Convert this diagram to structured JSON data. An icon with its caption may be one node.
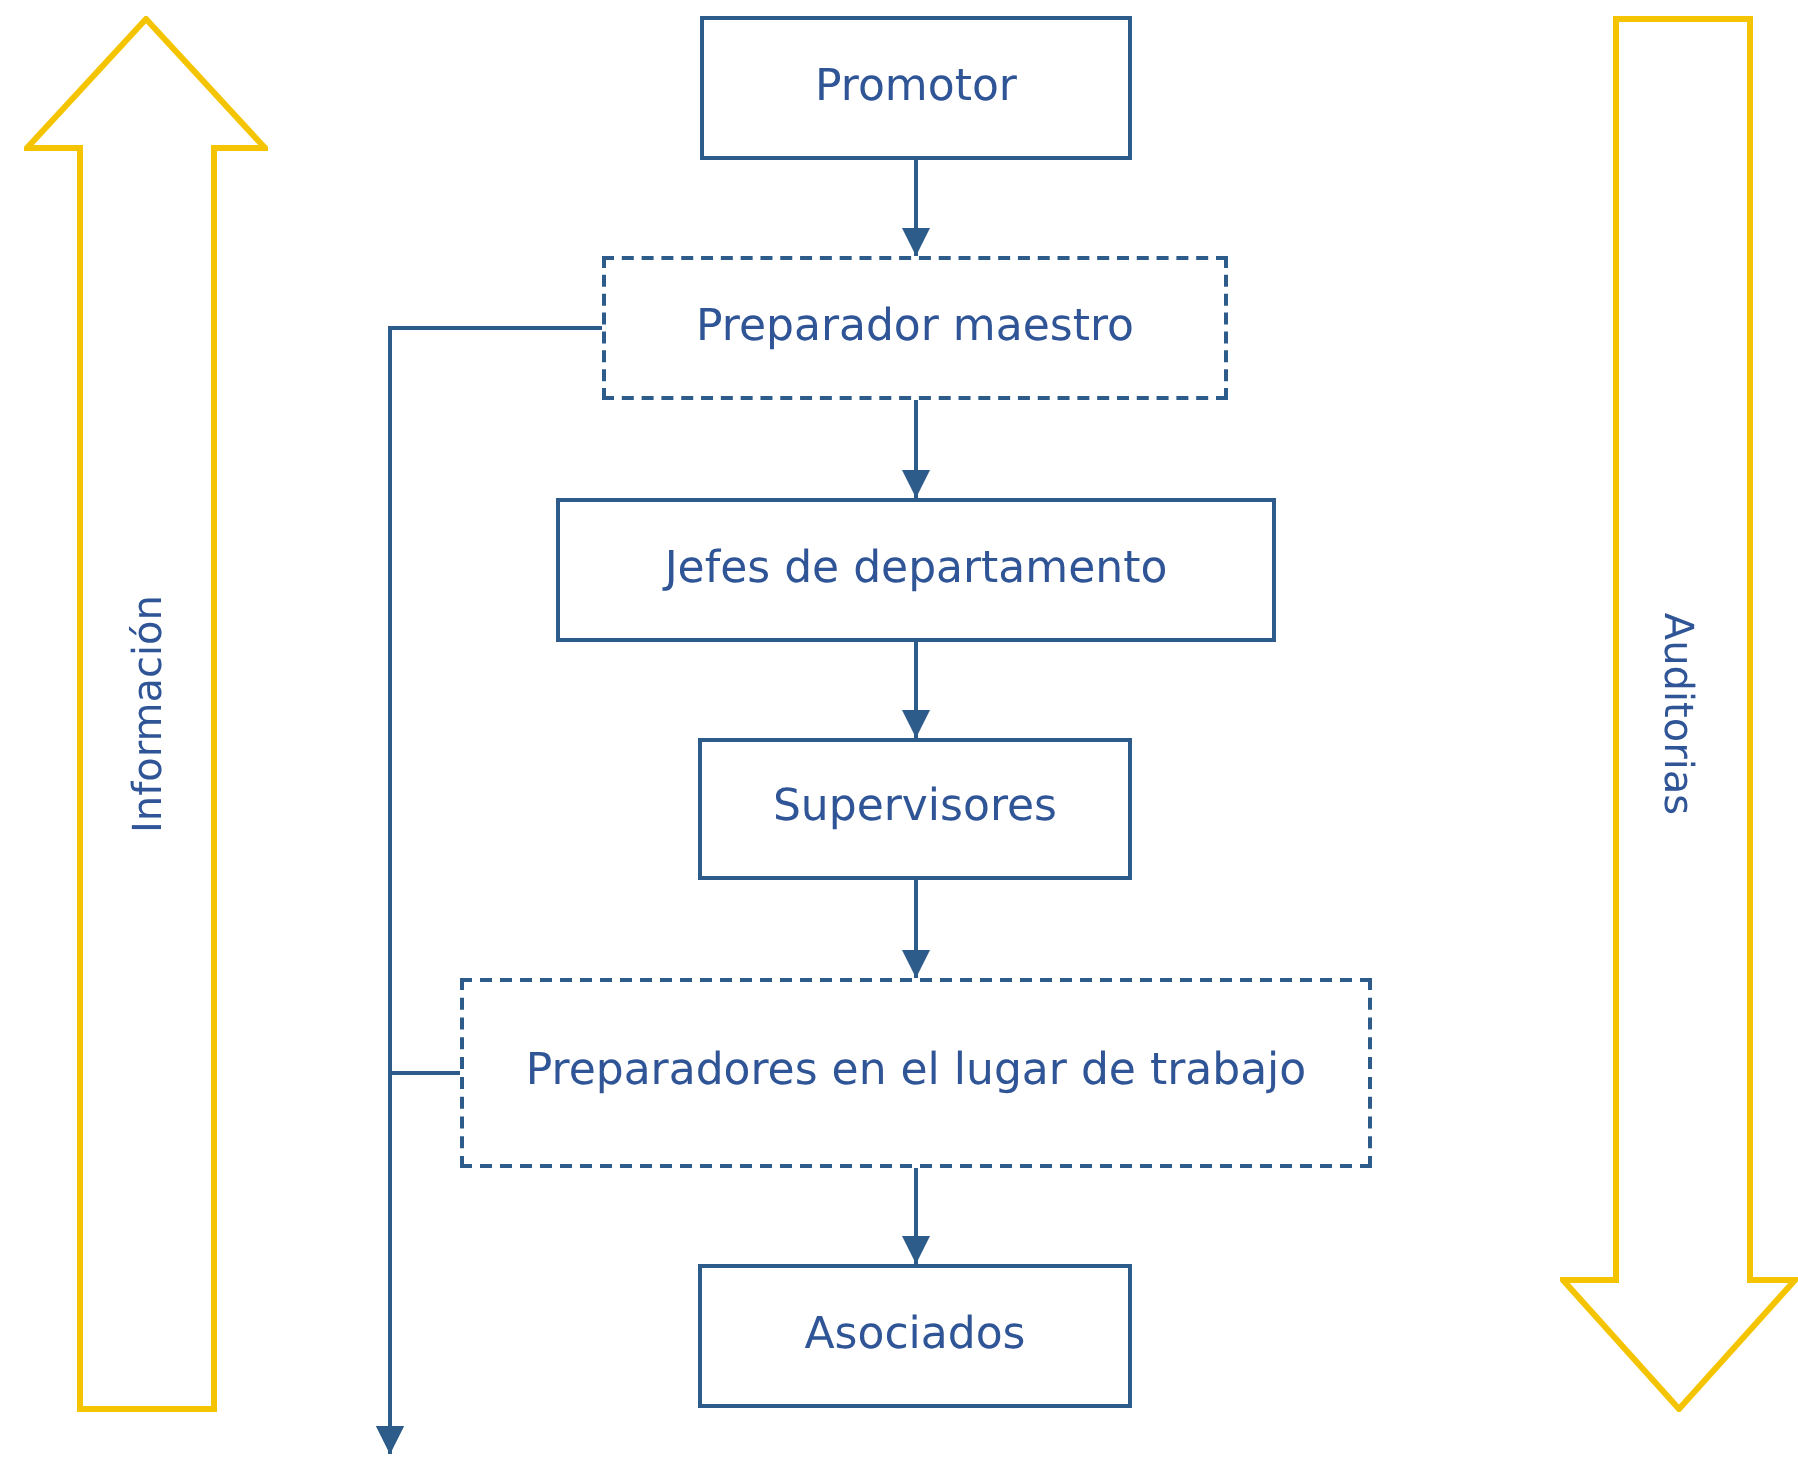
{
  "diagram": {
    "nodes": [
      {
        "text": [
          "Promotor"
        ]
      },
      {
        "text": [
          "Preparador maestro"
        ]
      },
      {
        "text": [
          "Jefes de departamento"
        ]
      },
      {
        "text": [
          "Supervisores"
        ]
      },
      {
        "text": [
          "Preparadores en el lugar de trabajo"
        ]
      },
      {
        "text": [
          "Asociados"
        ]
      },
      {
        "text": [
          "Información"
        ]
      },
      {
        "text": [
          "Auditorias"
        ]
      }
    ],
    "edges": [
      {
        "from": 0,
        "to": 1,
        "arrow": "to"
      },
      {
        "from": 1,
        "to": 2,
        "arrow": "to"
      },
      {
        "from": 2,
        "to": 3,
        "arrow": "to"
      },
      {
        "from": 3,
        "to": 4,
        "arrow": "to"
      },
      {
        "from": 4,
        "to": 5,
        "arrow": "to"
      },
      {
        "from": 1,
        "to": null,
        "arrow": "to"
      },
      {
        "from": 4,
        "to": null,
        "arrow": "to"
      }
    ]
  }
}
